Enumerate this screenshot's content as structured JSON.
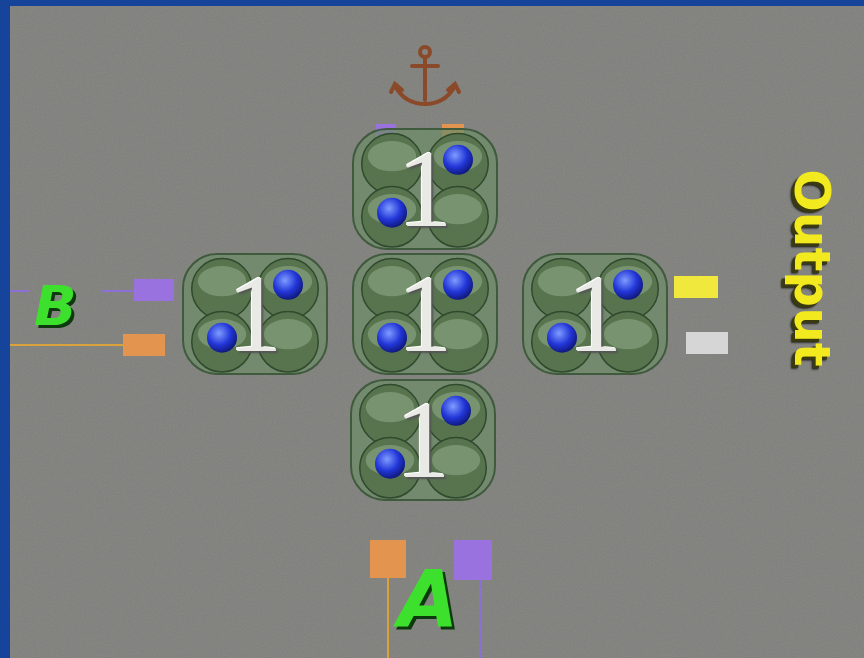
{
  "diagram": {
    "nodes": [
      {
        "text": [
          "1"
        ]
      },
      {
        "text": [
          "1"
        ]
      },
      {
        "text": [
          "1"
        ]
      },
      {
        "text": [
          "1"
        ]
      },
      {
        "text": [
          "1"
        ]
      }
    ],
    "labels": [
      "Output",
      "B",
      "A"
    ]
  }
}
